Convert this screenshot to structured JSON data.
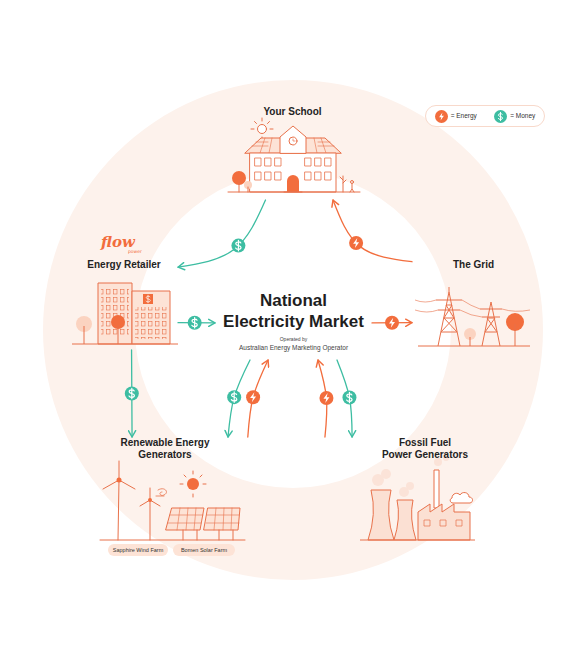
{
  "diagram": {
    "nodes": [
      {
        "text": [
          "Your School"
        ]
      },
      {
        "text": [
          "Energy Retailer"
        ]
      },
      {
        "text": [
          "National Electricity Market",
          "Operated by",
          "Australian Energy Marketing Operator"
        ]
      },
      {
        "text": [
          "The Grid"
        ]
      },
      {
        "text": [
          "Renewable Energy Generators"
        ]
      },
      {
        "text": [
          "Sapphire Wind Farm"
        ],
        "in": 4
      },
      {
        "text": [
          "Bomen Solar Farm"
        ],
        "in": 4
      },
      {
        "text": [
          "Fossil Fuel Power Generators"
        ]
      }
    ],
    "edges": [
      {
        "from": 0,
        "to": 1,
        "arrow": "to"
      },
      {
        "from": 3,
        "to": 0,
        "arrow": "to"
      },
      {
        "from": 1,
        "to": 2,
        "arrow": "to"
      },
      {
        "from": 2,
        "to": 3,
        "arrow": "to"
      },
      {
        "from": 1,
        "to": 4,
        "arrow": "to"
      },
      {
        "from": 2,
        "to": 4,
        "arrow": "to"
      },
      {
        "from": 4,
        "to": 2,
        "arrow": "to"
      },
      {
        "from": 7,
        "to": 2,
        "arrow": "to"
      },
      {
        "from": 2,
        "to": 7,
        "arrow": "to"
      }
    ],
    "labels": [
      "flow",
      "power"
    ],
    "legend": [
      {
        "text": "= Energy",
        "color": "#f26d3d"
      },
      {
        "text": "= Money",
        "color": "#3dbda2"
      }
    ]
  }
}
